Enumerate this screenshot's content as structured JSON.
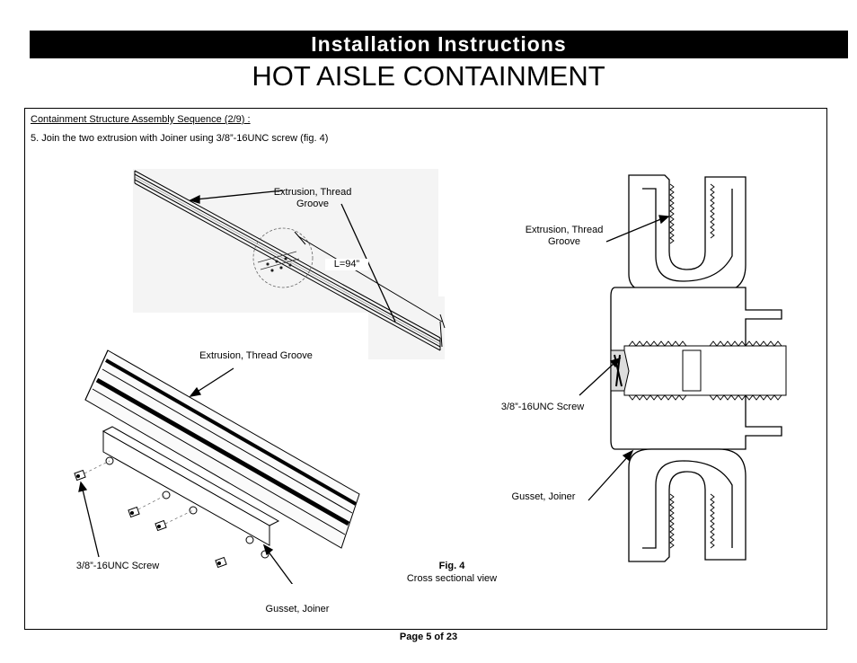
{
  "header": {
    "banner": "Installation Instructions",
    "title": "HOT AISLE CONTAINMENT"
  },
  "content": {
    "section_heading": "Containment Structure Assembly Sequence (2/9) :",
    "step": "5. Join the two extrusion with Joiner using 3/8”-16UNC screw (fig. 4)"
  },
  "callouts": {
    "top_extrusion_line1": "Extrusion, Thread",
    "top_extrusion_line2": "Groove",
    "length": "L=94”",
    "bottom_extrusion": "Extrusion, Thread Groove",
    "screw_left": "3/8”-16UNC Screw",
    "gusset_left": "Gusset, Joiner",
    "cross_extrusion_line1": "Extrusion, Thread",
    "cross_extrusion_line2": "Groove",
    "screw_right": "3/8”-16UNC Screw",
    "gusset_right": "Gusset, Joiner"
  },
  "figure": {
    "label": "Fig. 4",
    "caption": "Cross sectional view"
  },
  "footer": {
    "page": "Page 5 of 23"
  }
}
